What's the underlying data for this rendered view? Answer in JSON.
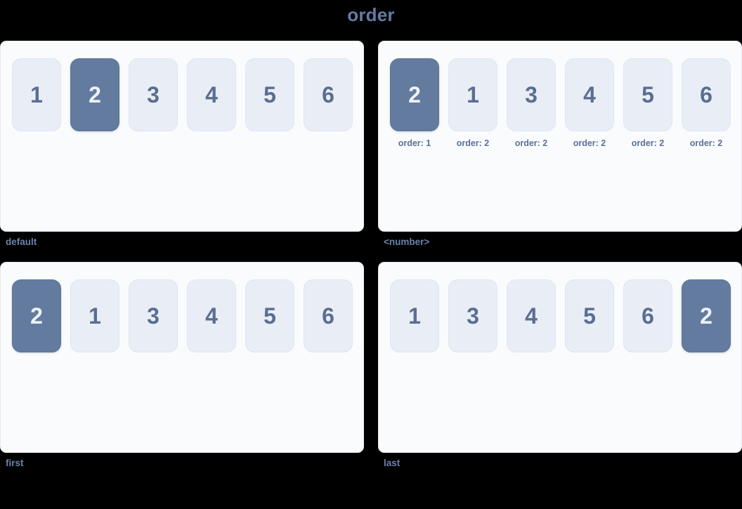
{
  "title": "order",
  "colors": {
    "background": "#000000",
    "panel_bg": "#fafbfd",
    "panel_border": "#e6e9ef",
    "item_bg": "#e9edf6",
    "item_text": "#5a6e91",
    "item_active_bg": "#637b9e",
    "item_active_text": "#eef2f8",
    "caption_text": "#6b82ab",
    "title_text": "#647ba3"
  },
  "panels": [
    {
      "caption": "default",
      "show_order_labels": false,
      "items": [
        {
          "label": "1",
          "active": false,
          "order_label": ""
        },
        {
          "label": "2",
          "active": true,
          "order_label": ""
        },
        {
          "label": "3",
          "active": false,
          "order_label": ""
        },
        {
          "label": "4",
          "active": false,
          "order_label": ""
        },
        {
          "label": "5",
          "active": false,
          "order_label": ""
        },
        {
          "label": "6",
          "active": false,
          "order_label": ""
        }
      ]
    },
    {
      "caption": "<number>",
      "show_order_labels": true,
      "items": [
        {
          "label": "2",
          "active": true,
          "order_label": "order: 1"
        },
        {
          "label": "1",
          "active": false,
          "order_label": "order: 2"
        },
        {
          "label": "3",
          "active": false,
          "order_label": "order: 2"
        },
        {
          "label": "4",
          "active": false,
          "order_label": "order: 2"
        },
        {
          "label": "5",
          "active": false,
          "order_label": "order: 2"
        },
        {
          "label": "6",
          "active": false,
          "order_label": "order: 2"
        }
      ]
    },
    {
      "caption": "first",
      "show_order_labels": false,
      "items": [
        {
          "label": "2",
          "active": true,
          "order_label": ""
        },
        {
          "label": "1",
          "active": false,
          "order_label": ""
        },
        {
          "label": "3",
          "active": false,
          "order_label": ""
        },
        {
          "label": "4",
          "active": false,
          "order_label": ""
        },
        {
          "label": "5",
          "active": false,
          "order_label": ""
        },
        {
          "label": "6",
          "active": false,
          "order_label": ""
        }
      ]
    },
    {
      "caption": "last",
      "show_order_labels": false,
      "items": [
        {
          "label": "1",
          "active": false,
          "order_label": ""
        },
        {
          "label": "3",
          "active": false,
          "order_label": ""
        },
        {
          "label": "4",
          "active": false,
          "order_label": ""
        },
        {
          "label": "5",
          "active": false,
          "order_label": ""
        },
        {
          "label": "6",
          "active": false,
          "order_label": ""
        },
        {
          "label": "2",
          "active": true,
          "order_label": ""
        }
      ]
    }
  ]
}
